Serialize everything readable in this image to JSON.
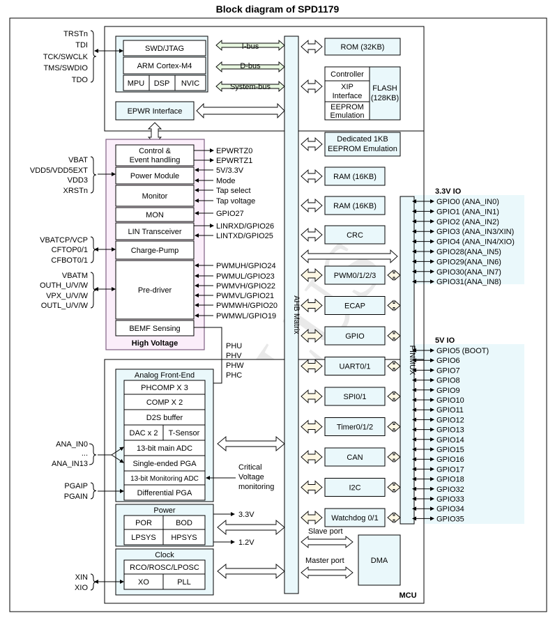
{
  "title": "Block diagram of SPD1179",
  "watermark": "SUNPLUS",
  "left_pins": {
    "debug": [
      "TRSTn",
      "TDI",
      "TCK/SWCLK",
      "TMS/SWDIO",
      "TDO"
    ],
    "power": [
      "VBAT",
      "VDD5/VDD5EXT",
      "VDD3",
      "XRSTn"
    ],
    "charge_pump": [
      "VBATCP/VCP",
      "CFTOP0/1",
      "CFBOT0/1"
    ],
    "pre_driver": [
      "VBATM",
      "OUTH_U/V/W",
      "VPX_U/V/W",
      "OUTL_U/V/W"
    ],
    "analog_in": [
      "ANA_IN0",
      "...",
      "ANA_IN13"
    ],
    "pga_in": [
      "PGAIP",
      "PGAIN"
    ],
    "clock_in": [
      "XIN",
      "XIO"
    ]
  },
  "cpu_block": {
    "swd": "SWD/JTAG",
    "core": "ARM Cortex-M4",
    "mpu": "MPU",
    "dsp": "DSP",
    "nvic": "NVIC",
    "epwr": "EPWR Interface"
  },
  "buses": {
    "ibus": "I-bus",
    "dbus": "D-bus",
    "sysbus": "System-bus",
    "ahb": "AHB Matrix",
    "pinmux": "PINMUX"
  },
  "memory": {
    "rom": "ROM (32KB)",
    "flash_controller": [
      "Controller"
    ],
    "flash_xip": [
      "XIP",
      "Interface"
    ],
    "flash_eeprom": [
      "EEPROM",
      "Emulation"
    ],
    "flash": [
      "FLASH",
      "(128KB)"
    ],
    "eeprom_dedicated": [
      "Dedicated 1KB",
      "EEPROM Emulation"
    ],
    "ram1": "RAM (16KB)",
    "ram2": "RAM (16KB)",
    "crc": "CRC"
  },
  "peripherals": [
    "PWM0/1/2/3",
    "ECAP",
    "GPIO",
    "UART0/1",
    "SPI0/1",
    "Timer0/1/2",
    "CAN",
    "I2C",
    "Watchdog 0/1"
  ],
  "high_voltage": {
    "label": "High Voltage",
    "blocks": [
      [
        "Control &",
        "Event handling"
      ],
      [
        "Power Module"
      ],
      [
        "Monitor"
      ],
      [
        "MON"
      ],
      [
        "LIN Transceiver"
      ],
      [
        "Charge-Pump"
      ],
      [
        "Pre-driver"
      ],
      [
        "BEMF Sensing"
      ]
    ],
    "signals": [
      "EPWRTZ0",
      "EPWRTZ1",
      "5V/3.3V",
      "Mode",
      "Tap select",
      "Tap voltage",
      "GPIO27",
      "LINRXD/GPIO26",
      "LINTXD/GPIO25",
      "PWMUH/GPIO24",
      "PWMUL/GPIO23",
      "PWMVH/GPIO22",
      "PWMVL/GPIO21",
      "PWMWH/GPIO20",
      "PWMWL/GPIO19"
    ],
    "bemf_out": [
      "PHU",
      "PHV",
      "PHW",
      "PHC"
    ]
  },
  "afe": {
    "label": "Analog Front-End",
    "blocks": [
      "PHCOMP X 3",
      "COMP X 2",
      "D2S buffer",
      "DAC x 2",
      "T-Sensor",
      "13-bit main ADC",
      "Single-ended PGA",
      "13-bit Monitoring ADC",
      "Differential PGA"
    ],
    "critical": [
      "Critical",
      "Voltage",
      "monitoring"
    ]
  },
  "power": {
    "label": "Power",
    "blocks": [
      "POR",
      "BOD",
      "LPSYS",
      "HPSYS"
    ],
    "v33": "3.3V",
    "v12": "1.2V"
  },
  "clock": {
    "label": "Clock",
    "blocks": [
      "RCO/ROSC/LPOSC",
      "XO",
      "PLL"
    ]
  },
  "dma": {
    "label": "DMA",
    "slave": "Slave port",
    "master": "Master port"
  },
  "mcu_label": "MCU",
  "io33": {
    "label": "3.3V IO",
    "pins": [
      "GPIO0 (ANA_IN0)",
      "GPIO1 (ANA_IN1)",
      "GPIO2 (ANA_IN2)",
      "GPIO3 (ANA_IN3/XIN)",
      "GPIO4 (ANA_IN4/XIO)",
      "GPIO28(ANA_IN5)",
      "GPIO29(ANA_IN6)",
      "GPIO30(ANA_IN7)",
      "GPIO31(ANA_IN8)"
    ]
  },
  "io5": {
    "label": "5V IO",
    "pins": [
      "GPIO5 (BOOT)",
      "GPIO6",
      "GPIO7",
      "GPIO8",
      "GPIO9",
      "GPIO10",
      "GPIO11",
      "GPIO12",
      "GPIO13",
      "GPIO14",
      "GPIO15",
      "GPIO16",
      "GPIO17",
      "GPIO18",
      "GPIO32",
      "GPIO33",
      "GPIO34",
      "GPIO35"
    ]
  }
}
